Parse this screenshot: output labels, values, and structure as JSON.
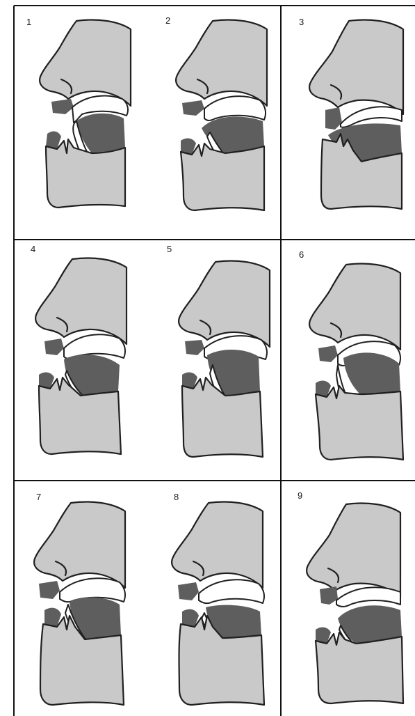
{
  "figure": {
    "panels": [
      {
        "number": "1"
      },
      {
        "number": "2"
      },
      {
        "number": "3"
      },
      {
        "number": "4"
      },
      {
        "number": "5"
      },
      {
        "number": "6"
      },
      {
        "number": "7"
      },
      {
        "number": "8"
      },
      {
        "number": "9"
      }
    ]
  },
  "colors": {
    "skin": "#c9c9c9",
    "tongue": "#5e5e5e",
    "cavity": "#ffffff",
    "outline": "#202020"
  }
}
